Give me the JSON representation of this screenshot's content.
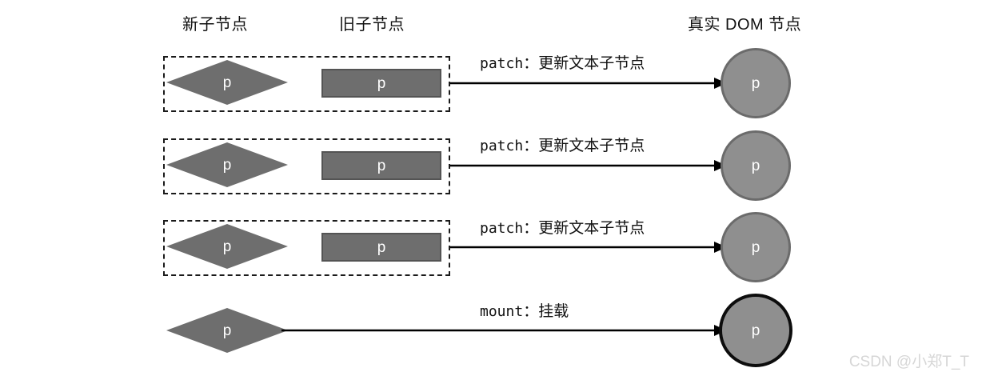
{
  "headers": {
    "new_children": "新子节点",
    "old_children": "旧子节点",
    "real_dom": "真实 DOM 节点"
  },
  "rows": [
    {
      "id": "row-1",
      "grouped": true,
      "new_node": {
        "shape": "diamond",
        "label": "p"
      },
      "old_node": {
        "shape": "rect",
        "label": "p"
      },
      "edge": {
        "op": "patch",
        "sep": "：",
        "desc": "更新文本子节点"
      },
      "dom_node": {
        "shape": "circle",
        "label": "p",
        "state": "patched"
      }
    },
    {
      "id": "row-2",
      "grouped": true,
      "new_node": {
        "shape": "diamond",
        "label": "p"
      },
      "old_node": {
        "shape": "rect",
        "label": "p"
      },
      "edge": {
        "op": "patch",
        "sep": "：",
        "desc": "更新文本子节点"
      },
      "dom_node": {
        "shape": "circle",
        "label": "p",
        "state": "patched"
      }
    },
    {
      "id": "row-3",
      "grouped": true,
      "new_node": {
        "shape": "diamond",
        "label": "p"
      },
      "old_node": {
        "shape": "rect",
        "label": "p"
      },
      "edge": {
        "op": "patch",
        "sep": "：",
        "desc": "更新文本子节点"
      },
      "dom_node": {
        "shape": "circle",
        "label": "p",
        "state": "patched"
      }
    },
    {
      "id": "row-4",
      "grouped": false,
      "new_node": {
        "shape": "diamond",
        "label": "p"
      },
      "old_node": null,
      "edge": {
        "op": "mount",
        "sep": "：",
        "desc": "挂载"
      },
      "dom_node": {
        "shape": "circle",
        "label": "p",
        "state": "mounted"
      }
    }
  ],
  "watermark": "CSDN @小郑T_T",
  "colors": {
    "node_fill": "#6e6e6e",
    "node_border": "#545454",
    "circle_fill": "#8f8f8f",
    "circle_border": "#6b6b6b",
    "mounted_border": "#0d0d0d",
    "group_border": "#1a1a1a",
    "arrow": "#000000",
    "text": "#111111",
    "node_text": "#ffffff",
    "watermark": "#d6d6d6"
  }
}
